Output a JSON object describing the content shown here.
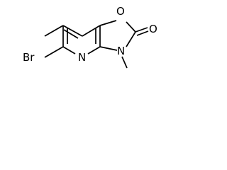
{
  "molecule": {
    "atoms": {
      "bromine": "Br",
      "ring_nitrogen": "N",
      "oxazole_nitrogen": "N",
      "oxazole_oxygen": "O",
      "carbonyl_oxygen": "O"
    }
  }
}
